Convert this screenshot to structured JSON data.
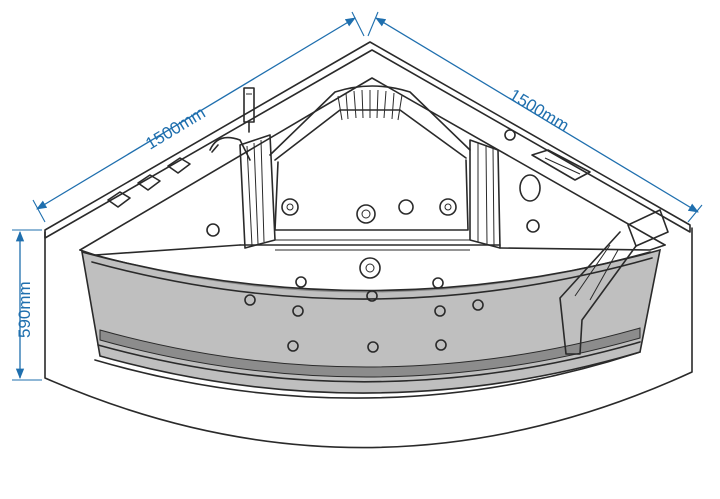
{
  "diagram": {
    "dimensions": {
      "left_width": "1500mm",
      "right_width": "1500mm",
      "height": "590mm"
    },
    "colors": {
      "dimension_line": "#1f6fae",
      "outline": "#2a2a2a",
      "glass_panel": "#a9a9a9",
      "background": "#ffffff"
    },
    "parts": [
      "bathtub-shell-icon",
      "glass-front-panel-icon",
      "hand-shower-icon",
      "waterfall-faucet-icon",
      "control-knob-icon",
      "control-panel-icon",
      "massage-jet-icon",
      "headrest-icon",
      "grab-handle-icon"
    ]
  }
}
